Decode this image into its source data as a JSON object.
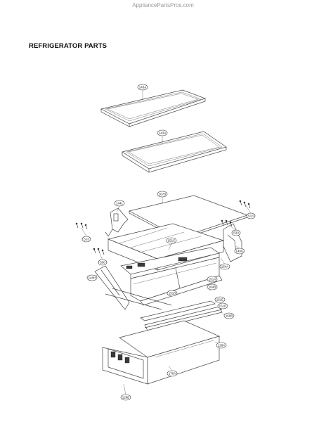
{
  "watermark": "AppliancePartsPros.com",
  "title": "REFRIGERATOR PARTS",
  "callouts": [
    {
      "id": "c-143a-top",
      "label": "143A"
    },
    {
      "id": "c-143a-bot",
      "label": "143A"
    },
    {
      "id": "c-167b",
      "label": "167B"
    },
    {
      "id": "c-144l",
      "label": "144L"
    },
    {
      "id": "c-513-right",
      "label": "513"
    },
    {
      "id": "c-530-right",
      "label": "530"
    },
    {
      "id": "c-513-left",
      "label": "513"
    },
    {
      "id": "c-151c",
      "label": "151C"
    },
    {
      "id": "c-140g",
      "label": "140G"
    },
    {
      "id": "c-530-left",
      "label": "530"
    },
    {
      "id": "c-154a",
      "label": "154A"
    },
    {
      "id": "c-140h",
      "label": "140H"
    },
    {
      "id": "c-151a",
      "label": "151A"
    },
    {
      "id": "c-151b",
      "label": "151B"
    },
    {
      "id": "c-164b",
      "label": "164B"
    },
    {
      "id": "c-151e",
      "label": "151E"
    },
    {
      "id": "c-151d",
      "label": "151D"
    },
    {
      "id": "c-160b",
      "label": "160B"
    },
    {
      "id": "c-128a",
      "label": "128A"
    },
    {
      "id": "c-170a",
      "label": "170A"
    },
    {
      "id": "c-128b",
      "label": "128B"
    }
  ]
}
